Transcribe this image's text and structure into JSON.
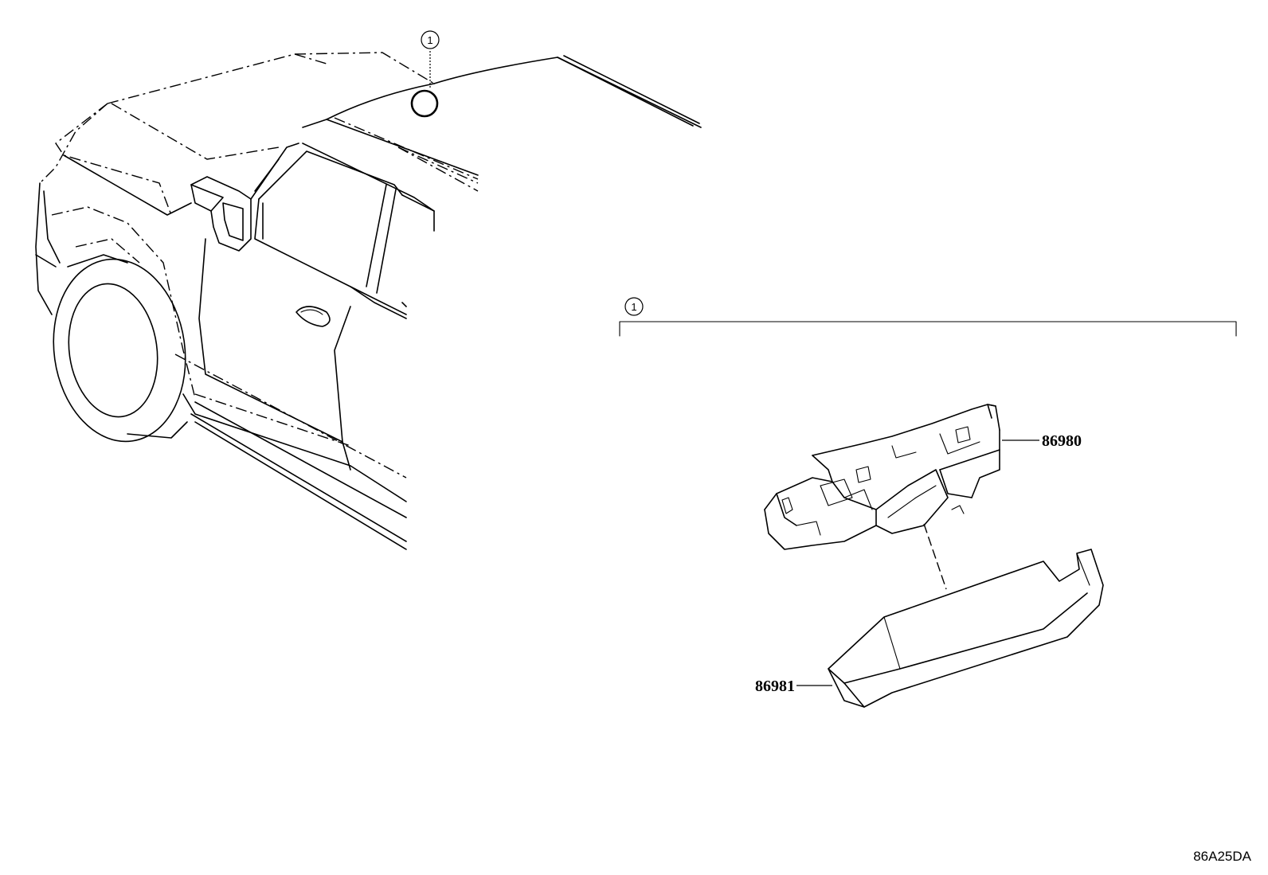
{
  "callouts": {
    "ref_number": "1",
    "group_number": "1"
  },
  "parts": [
    {
      "number": "86980",
      "name_icon": "module-unit"
    },
    {
      "number": "86981",
      "name_icon": "cover"
    }
  ],
  "diagram_code": "86A25DA"
}
